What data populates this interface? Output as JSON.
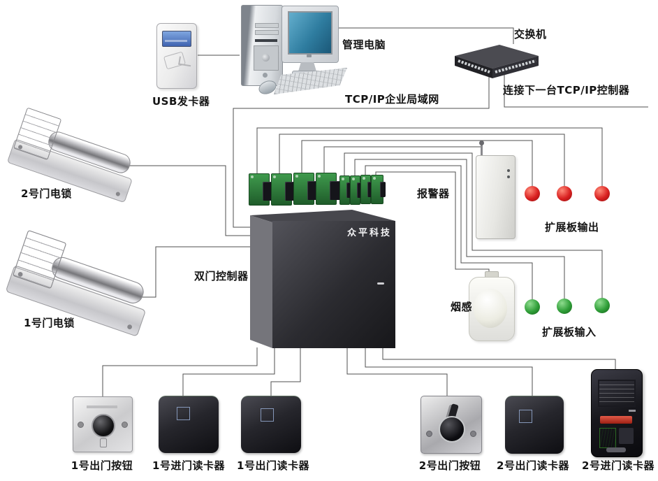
{
  "labels": {
    "usb_reader": "USB发卡器",
    "management_pc": "管理电脑",
    "switch": "交换机",
    "lan": "TCP/IP企业局域网",
    "next_controller": "连接下一台TCP/IP控制器",
    "lock2": "2号门电锁",
    "lock1": "1号门电锁",
    "controller": "双门控制器",
    "controller_brand": "众平科技",
    "alarm": "报警器",
    "smoke": "烟感",
    "expansion_output": "扩展板输出",
    "expansion_input": "扩展板输入",
    "button1": "1号出门按钮",
    "reader1_in": "1号进门读卡器",
    "reader1_out": "1号出门读卡器",
    "button2": "2号出门按钮",
    "reader2_out": "2号出门读卡器",
    "reader2_in": "2号进门读卡器"
  },
  "colors": {
    "wire": "#4f4f4f",
    "output_dot": "#d92020",
    "input_dot": "#2f9e38",
    "screen_teal": "#2f7da0",
    "lcd_blue": "#3a55a6",
    "pcb_green": "#2f7d3a"
  }
}
